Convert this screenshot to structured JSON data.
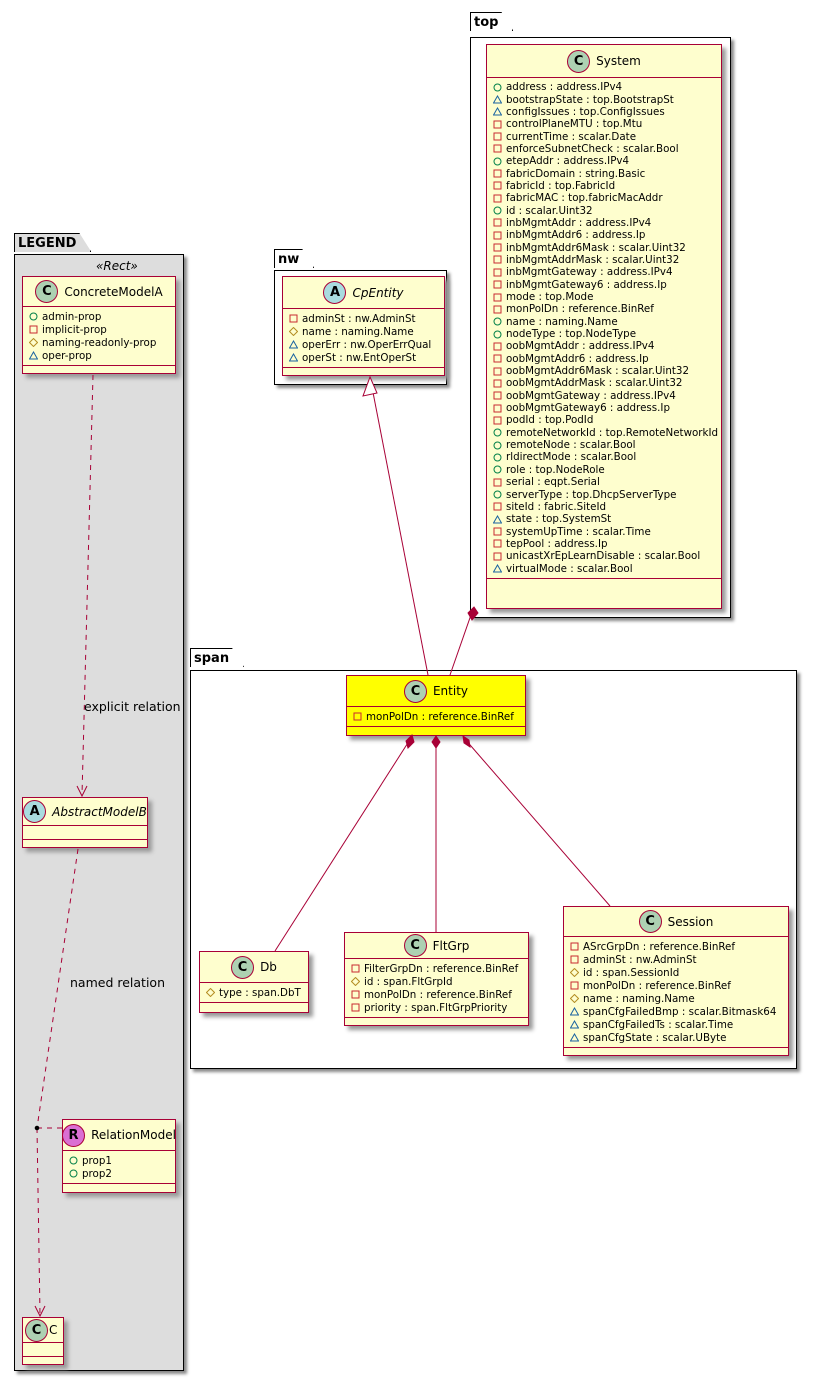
{
  "packages": {
    "top": "top",
    "nw": "nw",
    "span": "span",
    "legend": "LEGEND"
  },
  "legend": {
    "stereotype": "«Rect»",
    "explicit_relation": "explicit relation",
    "named_relation": "named relation"
  },
  "colors": {
    "border": "#A80036",
    "fill": "#FEFECE",
    "highlight": "#FFFF00",
    "circle_C": "#ADD1B2",
    "circle_A": "#A9DCDF",
    "circle_R": "#DA6FD3",
    "vis_public": "#038048",
    "vis_private": "#C82930",
    "vis_protected": "#B38D22",
    "vis_package": "#1963A0"
  },
  "classes": {
    "System": {
      "kind": "C",
      "name": "System",
      "attrs": [
        [
          "+",
          "address : address.IPv4"
        ],
        [
          "~",
          "bootstrapState : top.BootstrapSt"
        ],
        [
          "~",
          "configIssues : top.ConfigIssues"
        ],
        [
          "-",
          "controlPlaneMTU : top.Mtu"
        ],
        [
          "-",
          "currentTime : scalar.Date"
        ],
        [
          "-",
          "enforceSubnetCheck : scalar.Bool"
        ],
        [
          "+",
          "etepAddr : address.IPv4"
        ],
        [
          "-",
          "fabricDomain : string.Basic"
        ],
        [
          "-",
          "fabricId : top.FabricId"
        ],
        [
          "-",
          "fabricMAC : top.fabricMacAddr"
        ],
        [
          "+",
          "id : scalar.Uint32"
        ],
        [
          "-",
          "inbMgmtAddr : address.IPv4"
        ],
        [
          "-",
          "inbMgmtAddr6 : address.Ip"
        ],
        [
          "-",
          "inbMgmtAddr6Mask : scalar.Uint32"
        ],
        [
          "-",
          "inbMgmtAddrMask : scalar.Uint32"
        ],
        [
          "-",
          "inbMgmtGateway : address.IPv4"
        ],
        [
          "-",
          "inbMgmtGateway6 : address.Ip"
        ],
        [
          "-",
          "mode : top.Mode"
        ],
        [
          "-",
          "monPolDn : reference.BinRef"
        ],
        [
          "+",
          "name : naming.Name"
        ],
        [
          "+",
          "nodeType : top.NodeType"
        ],
        [
          "-",
          "oobMgmtAddr : address.IPv4"
        ],
        [
          "-",
          "oobMgmtAddr6 : address.Ip"
        ],
        [
          "-",
          "oobMgmtAddr6Mask : scalar.Uint32"
        ],
        [
          "-",
          "oobMgmtAddrMask : scalar.Uint32"
        ],
        [
          "-",
          "oobMgmtGateway : address.IPv4"
        ],
        [
          "-",
          "oobMgmtGateway6 : address.Ip"
        ],
        [
          "-",
          "podId : top.PodId"
        ],
        [
          "+",
          "remoteNetworkId : top.RemoteNetworkId"
        ],
        [
          "+",
          "remoteNode : scalar.Bool"
        ],
        [
          "+",
          "rldirectMode : scalar.Bool"
        ],
        [
          "+",
          "role : top.NodeRole"
        ],
        [
          "-",
          "serial : eqpt.Serial"
        ],
        [
          "+",
          "serverType : top.DhcpServerType"
        ],
        [
          "-",
          "siteId : fabric.SiteId"
        ],
        [
          "~",
          "state : top.SystemSt"
        ],
        [
          "-",
          "systemUpTime : scalar.Time"
        ],
        [
          "-",
          "tepPool : address.Ip"
        ],
        [
          "-",
          "unicastXrEpLearnDisable : scalar.Bool"
        ],
        [
          "~",
          "virtualMode : scalar.Bool"
        ]
      ]
    },
    "CpEntity": {
      "kind": "A",
      "name": "CpEntity",
      "italic": true,
      "attrs": [
        [
          "-",
          "adminSt : nw.AdminSt"
        ],
        [
          "#",
          "name : naming.Name"
        ],
        [
          "~",
          "operErr : nw.OperErrQual"
        ],
        [
          "~",
          "operSt : nw.EntOperSt"
        ]
      ]
    },
    "Entity": {
      "kind": "C",
      "name": "Entity",
      "highlight": true,
      "attrs": [
        [
          "-",
          "monPolDn : reference.BinRef"
        ]
      ]
    },
    "Db": {
      "kind": "C",
      "name": "Db",
      "attrs": [
        [
          "#",
          "type : span.DbT"
        ]
      ]
    },
    "FltGrp": {
      "kind": "C",
      "name": "FltGrp",
      "attrs": [
        [
          "-",
          "FilterGrpDn : reference.BinRef"
        ],
        [
          "#",
          "id : span.FltGrpId"
        ],
        [
          "-",
          "monPolDn : reference.BinRef"
        ],
        [
          "-",
          "priority : span.FltGrpPriority"
        ]
      ]
    },
    "Session": {
      "kind": "C",
      "name": "Session",
      "attrs": [
        [
          "-",
          "ASrcGrpDn : reference.BinRef"
        ],
        [
          "-",
          "adminSt : nw.AdminSt"
        ],
        [
          "#",
          "id : span.SessionId"
        ],
        [
          "-",
          "monPolDn : reference.BinRef"
        ],
        [
          "#",
          "name : naming.Name"
        ],
        [
          "~",
          "spanCfgFailedBmp : scalar.Bitmask64"
        ],
        [
          "~",
          "spanCfgFailedTs : scalar.Time"
        ],
        [
          "~",
          "spanCfgState : scalar.UByte"
        ]
      ]
    },
    "ConcreteModelA": {
      "kind": "C",
      "name": "ConcreteModelA",
      "attrs": [
        [
          "+",
          "admin-prop"
        ],
        [
          "-",
          "implicit-prop"
        ],
        [
          "#",
          "naming-readonly-prop"
        ],
        [
          "~",
          "oper-prop"
        ]
      ]
    },
    "AbstractModelB": {
      "kind": "A",
      "name": "AbstractModelB",
      "italic": true,
      "attrs": []
    },
    "RelationModel": {
      "kind": "R",
      "name": "RelationModel",
      "attrs": [
        [
          "+",
          "prop1"
        ],
        [
          "+",
          "prop2"
        ]
      ]
    },
    "C": {
      "kind": "C",
      "name": "C",
      "attrs": []
    }
  }
}
